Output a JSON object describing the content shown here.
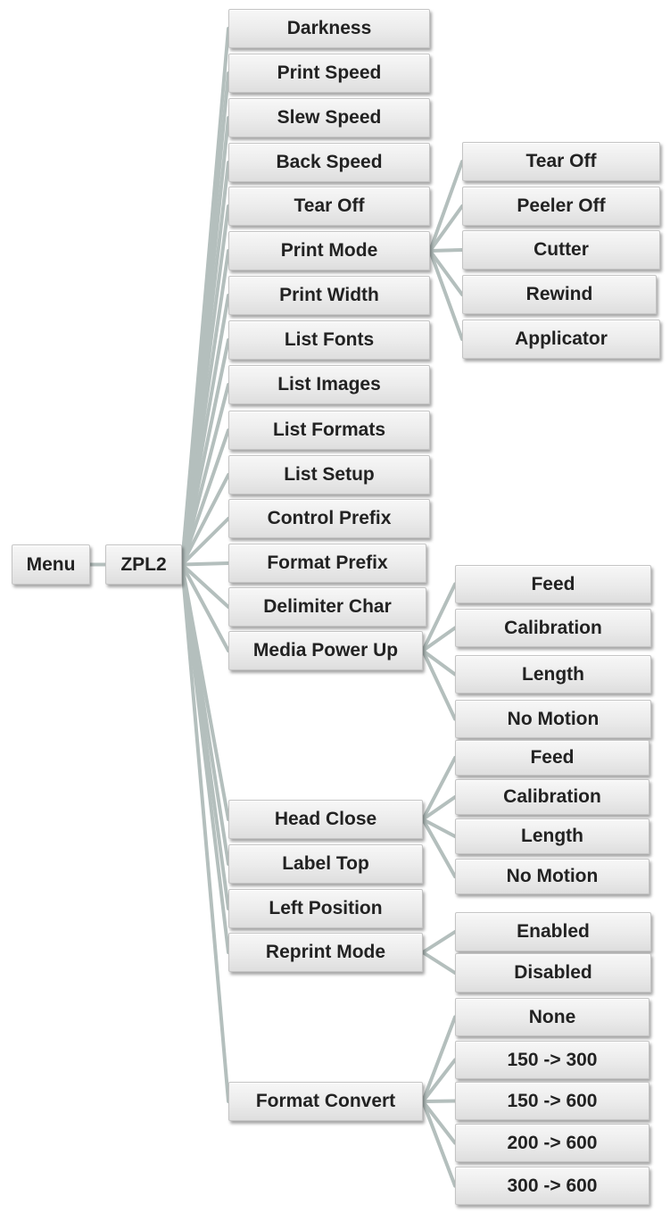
{
  "tree": {
    "root_label": "Menu",
    "branch_label": "ZPL2",
    "items": [
      {
        "label": "Darkness"
      },
      {
        "label": "Print Speed"
      },
      {
        "label": "Slew Speed"
      },
      {
        "label": "Back Speed"
      },
      {
        "label": "Tear Off"
      },
      {
        "label": "Print Mode",
        "options": [
          "Tear Off",
          "Peeler Off",
          "Cutter",
          "Rewind",
          "Applicator"
        ]
      },
      {
        "label": "Print Width"
      },
      {
        "label": "List Fonts"
      },
      {
        "label": "List Images"
      },
      {
        "label": "List Formats"
      },
      {
        "label": "List Setup"
      },
      {
        "label": "Control Prefix"
      },
      {
        "label": "Format Prefix"
      },
      {
        "label": "Delimiter Char"
      },
      {
        "label": "Media Power Up",
        "options": [
          "Feed",
          "Calibration",
          "Length",
          "No Motion"
        ]
      },
      {
        "label": "Head Close",
        "options": [
          "Feed",
          "Calibration",
          "Length",
          "No Motion"
        ]
      },
      {
        "label": "Label Top"
      },
      {
        "label": "Left Position"
      },
      {
        "label": "Reprint Mode",
        "options": [
          "Enabled",
          "Disabled"
        ]
      },
      {
        "label": "Format Convert",
        "options": [
          "None",
          "150 -> 300",
          "150 -> 600",
          "200 -> 600",
          "300 -> 600"
        ]
      }
    ]
  },
  "colors": {
    "box_fill": "#ebebeb",
    "box_border": "#c4c4c4",
    "connector": "#b4bfbd",
    "text": "#222222"
  }
}
